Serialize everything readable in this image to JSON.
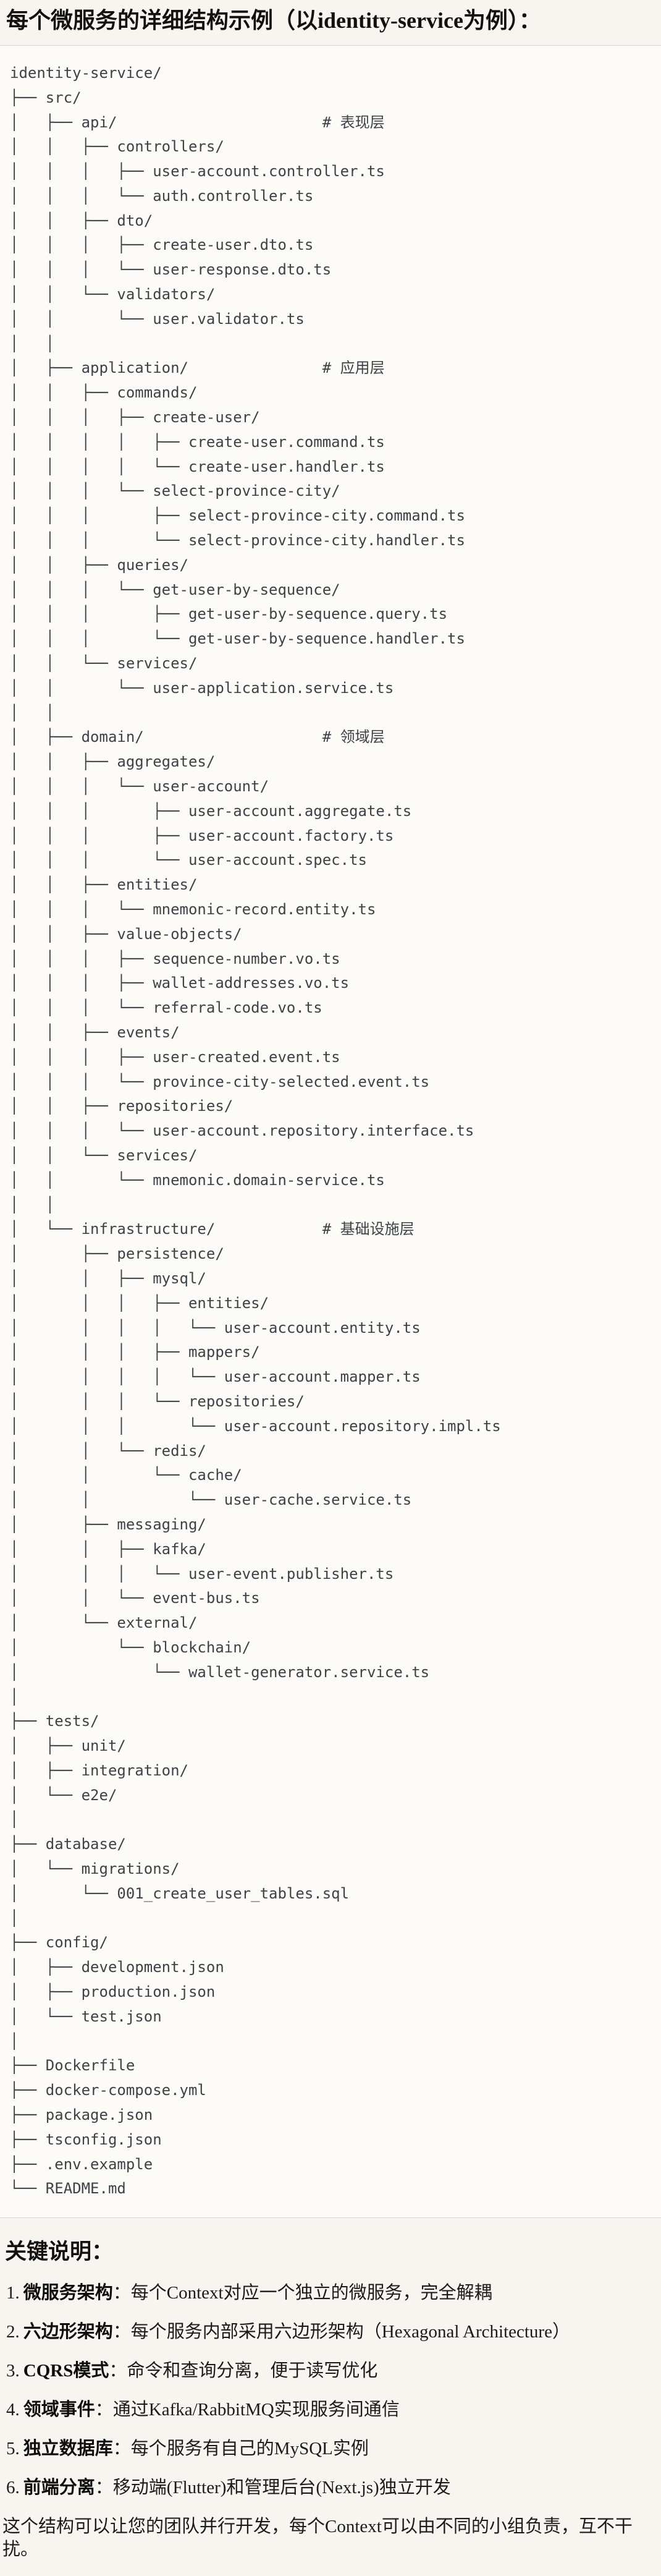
{
  "page": {
    "title": "每个微服务的详细结构示例（以identity-service为例）："
  },
  "colors": {
    "page_bg": "#f7f5f0",
    "code_bg": "#fcfbf8",
    "code_border": "#d8d4cd",
    "tree_text": "#3d4247",
    "body_text": "#1b1b1b"
  },
  "code_block": {
    "lines": [
      "identity-service/",
      "├── src/",
      "│   ├── api/                       # 表现层",
      "│   │   ├── controllers/",
      "│   │   │   ├── user-account.controller.ts",
      "│   │   │   └── auth.controller.ts",
      "│   │   ├── dto/",
      "│   │   │   ├── create-user.dto.ts",
      "│   │   │   └── user-response.dto.ts",
      "│   │   └── validators/",
      "│   │       └── user.validator.ts",
      "│   │",
      "│   ├── application/               # 应用层",
      "│   │   ├── commands/",
      "│   │   │   ├── create-user/",
      "│   │   │   │   ├── create-user.command.ts",
      "│   │   │   │   └── create-user.handler.ts",
      "│   │   │   └── select-province-city/",
      "│   │   │       ├── select-province-city.command.ts",
      "│   │   │       └── select-province-city.handler.ts",
      "│   │   ├── queries/",
      "│   │   │   └── get-user-by-sequence/",
      "│   │   │       ├── get-user-by-sequence.query.ts",
      "│   │   │       └── get-user-by-sequence.handler.ts",
      "│   │   └── services/",
      "│   │       └── user-application.service.ts",
      "│   │",
      "│   ├── domain/                    # 领域层",
      "│   │   ├── aggregates/",
      "│   │   │   └── user-account/",
      "│   │   │       ├── user-account.aggregate.ts",
      "│   │   │       ├── user-account.factory.ts",
      "│   │   │       └── user-account.spec.ts",
      "│   │   ├── entities/",
      "│   │   │   └── mnemonic-record.entity.ts",
      "│   │   ├── value-objects/",
      "│   │   │   ├── sequence-number.vo.ts",
      "│   │   │   ├── wallet-addresses.vo.ts",
      "│   │   │   └── referral-code.vo.ts",
      "│   │   ├── events/",
      "│   │   │   ├── user-created.event.ts",
      "│   │   │   └── province-city-selected.event.ts",
      "│   │   ├── repositories/",
      "│   │   │   └── user-account.repository.interface.ts",
      "│   │   └── services/",
      "│   │       └── mnemonic.domain-service.ts",
      "│   │",
      "│   └── infrastructure/            # 基础设施层",
      "│       ├── persistence/",
      "│       │   ├── mysql/",
      "│       │   │   ├── entities/",
      "│       │   │   │   └── user-account.entity.ts",
      "│       │   │   ├── mappers/",
      "│       │   │   │   └── user-account.mapper.ts",
      "│       │   │   └── repositories/",
      "│       │   │       └── user-account.repository.impl.ts",
      "│       │   └── redis/",
      "│       │       └── cache/",
      "│       │           └── user-cache.service.ts",
      "│       ├── messaging/",
      "│       │   ├── kafka/",
      "│       │   │   └── user-event.publisher.ts",
      "│       │   └── event-bus.ts",
      "│       └── external/",
      "│           └── blockchain/",
      "│               └── wallet-generator.service.ts",
      "│",
      "├── tests/",
      "│   ├── unit/",
      "│   ├── integration/",
      "│   └── e2e/",
      "│",
      "├── database/",
      "│   └── migrations/",
      "│       └── 001_create_user_tables.sql",
      "│",
      "├── config/",
      "│   ├── development.json",
      "│   ├── production.json",
      "│   └── test.json",
      "│",
      "├── Dockerfile",
      "├── docker-compose.yml",
      "├── package.json",
      "├── tsconfig.json",
      "├── .env.example",
      "└── README.md"
    ]
  },
  "notes": {
    "heading": "关键说明：",
    "colon": "：",
    "items": [
      {
        "num": "1.",
        "label": "微服务架构",
        "text": "每个Context对应一个独立的微服务，完全解耦"
      },
      {
        "num": "2.",
        "label": "六边形架构",
        "text": "每个服务内部采用六边形架构（Hexagonal Architecture）"
      },
      {
        "num": "3.",
        "label": "CQRS模式",
        "text": "命令和查询分离，便于读写优化"
      },
      {
        "num": "4.",
        "label": "领域事件",
        "text": "通过Kafka/RabbitMQ实现服务间通信"
      },
      {
        "num": "5.",
        "label": "独立数据库",
        "text": "每个服务有自己的MySQL实例"
      },
      {
        "num": "6.",
        "label": "前端分离",
        "text": "移动端(Flutter)和管理后台(Next.js)独立开发"
      }
    ],
    "footer": "这个结构可以让您的团队并行开发，每个Context可以由不同的小组负责，互不干扰。"
  }
}
